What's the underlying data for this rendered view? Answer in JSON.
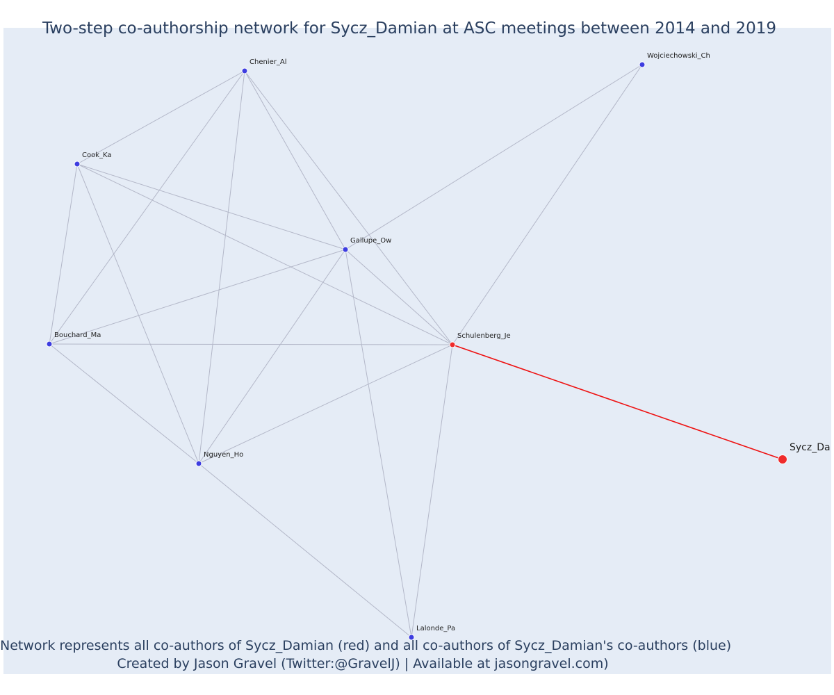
{
  "title": "Two-step co-authorship network for Sycz_Damian at ASC meetings between 2014 and 2019",
  "caption": {
    "line1": "Network represents all co-authors of Sycz_Damian (red) and all co-authors of Sycz_Damian's co-authors (blue)",
    "line2": "Created by Jason Gravel (Twitter:@GravelJ) | Available at jasongravel.com)"
  },
  "colors": {
    "background": "#e5ecf6",
    "focal": "#ef2b2b",
    "coauthor": "#ef2b2b",
    "second_step": "#3d3de0",
    "edge": "#b3b7c8",
    "focal_edge": "#ee1111",
    "text": "#2a3f5f"
  },
  "nodes": [
    {
      "id": "Sycz_Da",
      "label": "Sycz_Da",
      "role": "focal"
    },
    {
      "id": "Schulenberg_Je",
      "label": "Schulenberg_Je",
      "role": "coauthor"
    },
    {
      "id": "Chenier_Al",
      "label": "Chenier_Al",
      "role": "second_step"
    },
    {
      "id": "Wojciechowski_Ch",
      "label": "Wojciechowski_Ch",
      "role": "second_step"
    },
    {
      "id": "Cook_Ka",
      "label": "Cook_Ka",
      "role": "second_step"
    },
    {
      "id": "Gallupe_Ow",
      "label": "Gallupe_Ow",
      "role": "second_step"
    },
    {
      "id": "Bouchard_Ma",
      "label": "Bouchard_Ma",
      "role": "second_step"
    },
    {
      "id": "Nguyen_Ho",
      "label": "Nguyen_Ho",
      "role": "second_step"
    },
    {
      "id": "Lalonde_Pa",
      "label": "Lalonde_Pa",
      "role": "second_step"
    }
  ],
  "edges": [
    [
      "Chenier_Al",
      "Cook_Ka"
    ],
    [
      "Chenier_Al",
      "Gallupe_Ow"
    ],
    [
      "Chenier_Al",
      "Schulenberg_Je"
    ],
    [
      "Chenier_Al",
      "Bouchard_Ma"
    ],
    [
      "Chenier_Al",
      "Nguyen_Ho"
    ],
    [
      "Wojciechowski_Ch",
      "Gallupe_Ow"
    ],
    [
      "Wojciechowski_Ch",
      "Schulenberg_Je"
    ],
    [
      "Cook_Ka",
      "Gallupe_Ow"
    ],
    [
      "Cook_Ka",
      "Schulenberg_Je"
    ],
    [
      "Cook_Ka",
      "Bouchard_Ma"
    ],
    [
      "Cook_Ka",
      "Nguyen_Ho"
    ],
    [
      "Gallupe_Ow",
      "Bouchard_Ma"
    ],
    [
      "Gallupe_Ow",
      "Schulenberg_Je"
    ],
    [
      "Gallupe_Ow",
      "Nguyen_Ho"
    ],
    [
      "Gallupe_Ow",
      "Lalonde_Pa"
    ],
    [
      "Bouchard_Ma",
      "Schulenberg_Je"
    ],
    [
      "Bouchard_Ma",
      "Nguyen_Ho"
    ],
    [
      "Schulenberg_Je",
      "Nguyen_Ho"
    ],
    [
      "Schulenberg_Je",
      "Lalonde_Pa"
    ],
    [
      "Nguyen_Ho",
      "Lalonde_Pa"
    ],
    [
      "Schulenberg_Je",
      "Sycz_Da"
    ]
  ]
}
